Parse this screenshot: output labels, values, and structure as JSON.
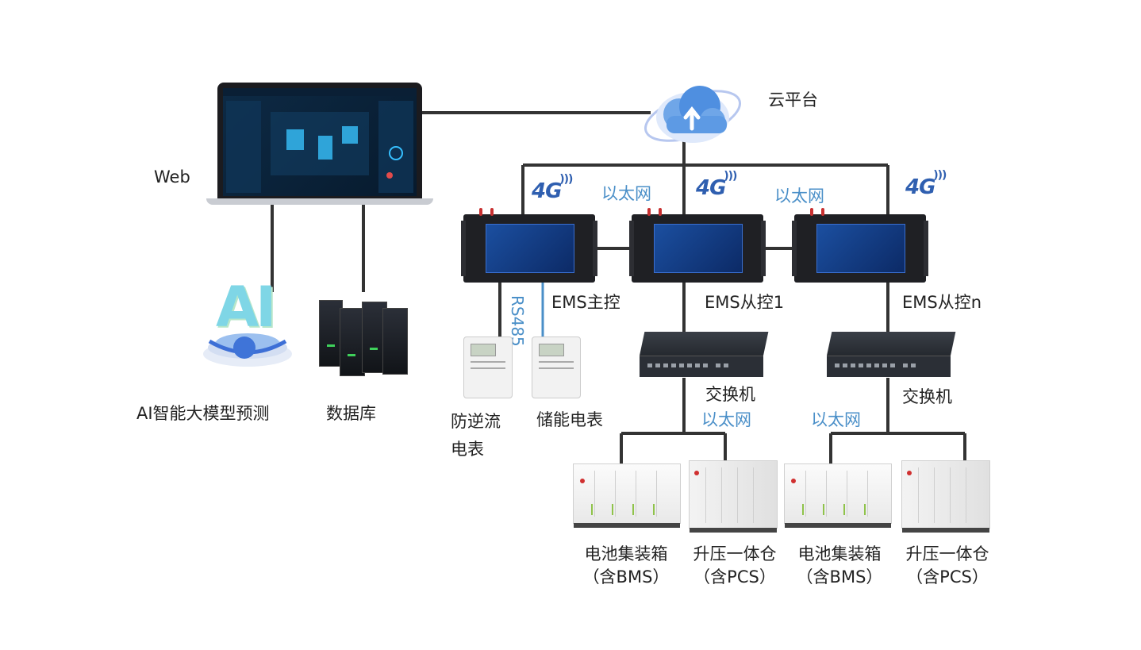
{
  "cloud_label": "云平台",
  "web_label": "Web",
  "ai_label": "AI智能大模型预测",
  "ai_logo_text": "AI",
  "db_label": "数据库",
  "network_4g_labels": [
    "4G",
    "4G",
    "4G"
  ],
  "ethernet_labels": [
    "以太网",
    "以太网",
    "以太网",
    "以太网"
  ],
  "rs485_label": "RS485",
  "ems": {
    "master": "EMS主控",
    "slave1": "EMS从控1",
    "slaven": "EMS从控n"
  },
  "switch_labels": [
    "交换机",
    "交换机"
  ],
  "meters": {
    "anti_reverse_line1": "防逆流",
    "anti_reverse_line2": "电表",
    "storage": "储能电表"
  },
  "containers": [
    {
      "line1": "电池集装箱",
      "line2": "（含BMS）"
    },
    {
      "line1": "升压一体仓",
      "line2": "（含PCS）"
    },
    {
      "line1": "电池集装箱",
      "line2": "（含BMS）"
    },
    {
      "line1": "升压一体仓",
      "line2": "（含PCS）"
    }
  ],
  "colors": {
    "wire": "#333333",
    "rs485_wire": "#4a8fc8",
    "label_blue": "#4a8fc8",
    "brand_4g": "#2f5fb0"
  }
}
